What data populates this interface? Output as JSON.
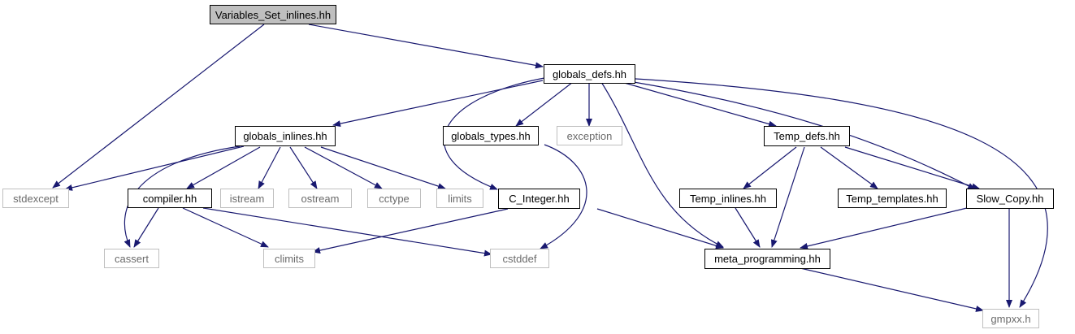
{
  "colors": {
    "edge": "#191970",
    "root_fill": "#bfbfbf",
    "local_border": "#000000",
    "system_border": "#bfbfbf",
    "system_text": "#6b6b6b"
  },
  "nodes": {
    "variables_set_inlines": "Variables_Set_inlines.hh",
    "globals_defs": "globals_defs.hh",
    "globals_inlines": "globals_inlines.hh",
    "globals_types": "globals_types.hh",
    "exception": "exception",
    "temp_defs": "Temp_defs.hh",
    "stdexcept": "stdexcept",
    "compiler": "compiler.hh",
    "istream": "istream",
    "ostream": "ostream",
    "cctype": "cctype",
    "limits": "limits",
    "c_integer": "C_Integer.hh",
    "temp_inlines": "Temp_inlines.hh",
    "temp_templates": "Temp_templates.hh",
    "slow_copy": "Slow_Copy.hh",
    "cassert": "cassert",
    "climits": "climits",
    "cstddef": "cstddef",
    "meta_programming": "meta_programming.hh",
    "gmpxx": "gmpxx.h"
  }
}
